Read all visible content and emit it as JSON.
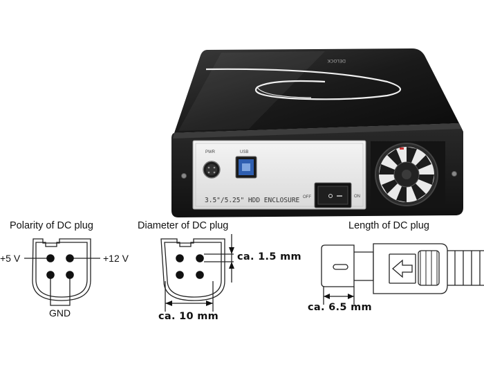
{
  "enclosure": {
    "port_pwr_label": "PWR",
    "port_usb_label": "USB",
    "model_text": "3.5\"/5.25\" HDD ENCLOSURE",
    "switch_off_label": "OFF",
    "switch_on_label": "ON",
    "brand": "DELOCK"
  },
  "polarity": {
    "title": "Polarity of DC plug",
    "plus5_label": "+5 V",
    "plus12_label": "+12 V",
    "gnd_label": "GND"
  },
  "diameter": {
    "title": "Diameter of DC plug",
    "pin_dim_label": "ca. 1.5 mm",
    "plug_dim_label": "ca. 10 mm"
  },
  "length": {
    "title": "Length of DC plug",
    "tip_dim_label": "ca. 6.5 mm"
  }
}
